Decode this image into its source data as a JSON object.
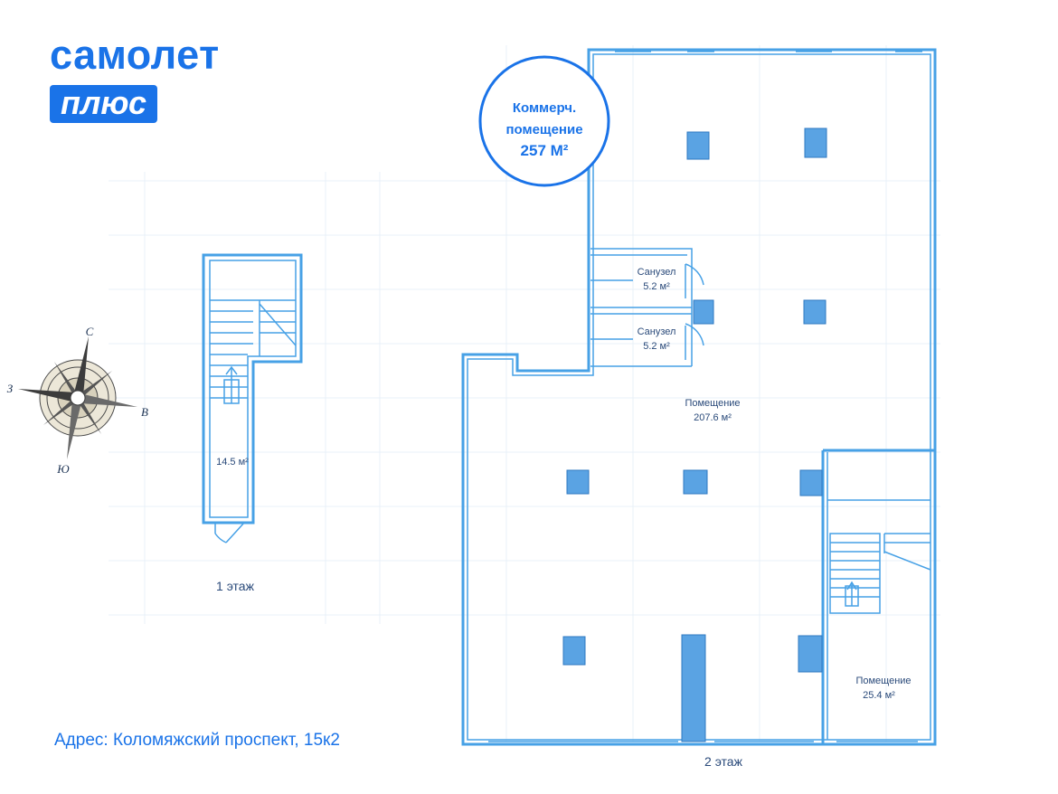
{
  "logo": {
    "main": "самолет",
    "badge": "плюс"
  },
  "badge": {
    "line1": "Коммерч.",
    "line2": "помещение",
    "line3": "257 М²"
  },
  "rooms": {
    "bath1_name": "Санузел",
    "bath1_area": "5.2 м²",
    "bath2_name": "Санузел",
    "bath2_area": "5.2 м²",
    "main_name": "Помещение",
    "main_area": "207.6 м²",
    "small_name": "Помещение",
    "small_area": "25.4 м²",
    "stair_area": "14.5 м²"
  },
  "floors": {
    "first": "1 этаж",
    "second": "2 этаж"
  },
  "compass": {
    "north": "С",
    "south": "Ю",
    "west": "З",
    "east": "В"
  },
  "address": "Адрес: Коломяжский проспект, 15к2",
  "colors": {
    "brand": "#1a73e8",
    "wall": "#47a1e6",
    "column": "#5aa3e3"
  }
}
